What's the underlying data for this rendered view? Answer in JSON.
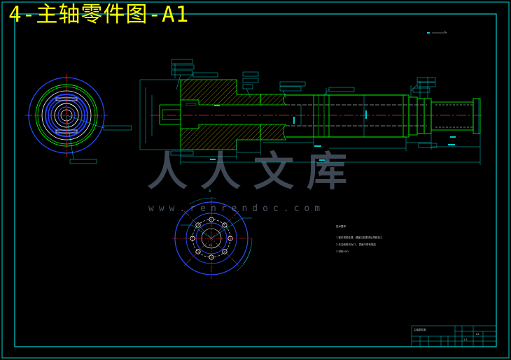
{
  "title": "4-主轴零件图-A1",
  "watermark": {
    "text_cn": "人人文库",
    "url": "www.renrendoc.com"
  },
  "section_label": "A",
  "center_label": "11",
  "tech_requirements": {
    "heading": "技术要求",
    "lines": [
      "1.锻件调质处理，硬度达到要求后再精加工",
      "2.未注倒角均为C1，表面不得有裂纹",
      "3.材料40Cr"
    ]
  },
  "title_block": {
    "part_name": "主轴零件图",
    "scale": "1:1",
    "sheet": "A1"
  },
  "colors": {
    "background": "#000000",
    "frame": "#00ffff",
    "geometry": "#00ff00",
    "hatch": "#ffff00",
    "centerline": "#ff0000",
    "circles": "#0000ff",
    "dimensions": "#00ffff",
    "title": "#ffff00"
  }
}
